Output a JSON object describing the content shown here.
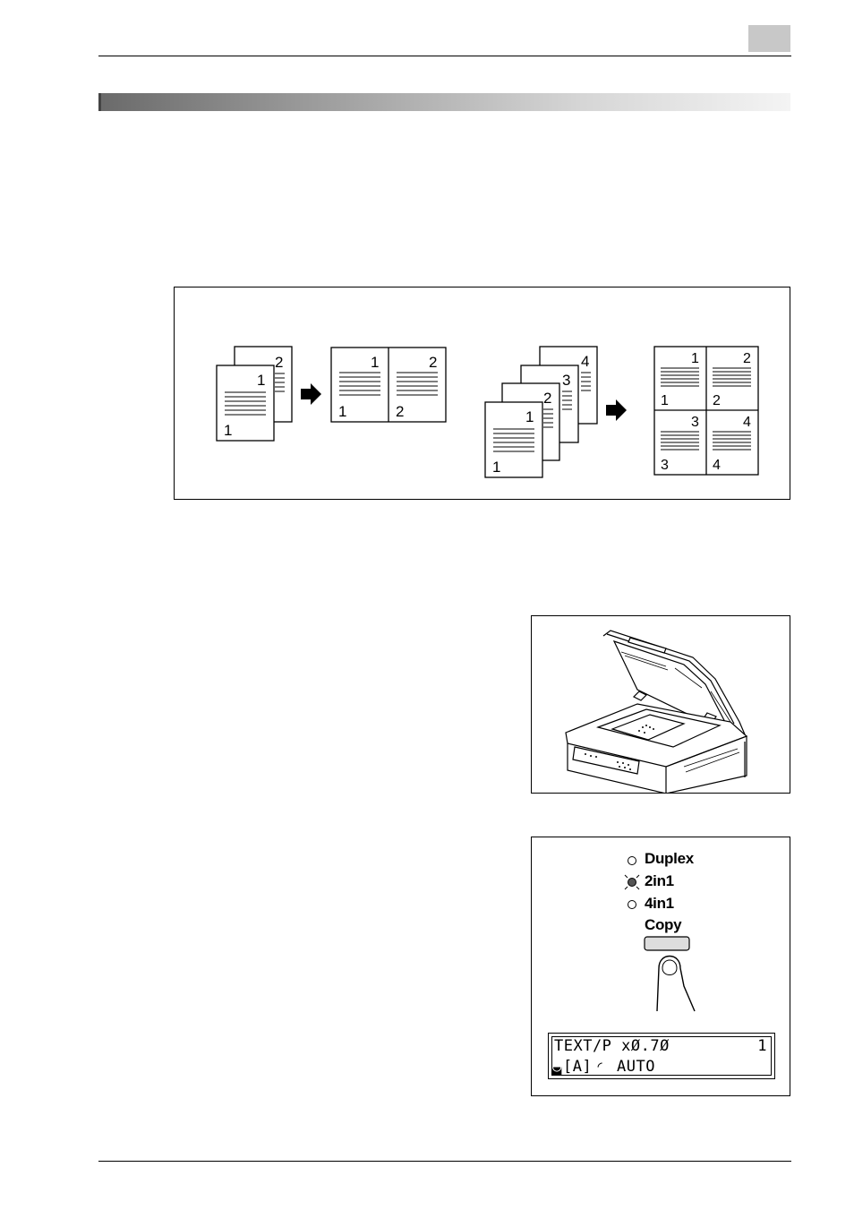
{
  "header": {
    "tab_color": "#c8c8c8"
  },
  "diagram": {
    "two_in_one": {
      "originals": [
        "1",
        "2"
      ],
      "result_pages": [
        "1",
        "2"
      ]
    },
    "four_in_one": {
      "originals": [
        "1",
        "2",
        "3",
        "4"
      ],
      "result_pages": [
        "1",
        "2",
        "3",
        "4"
      ]
    }
  },
  "control_panel": {
    "leds": [
      {
        "label": "Duplex",
        "lit": false
      },
      {
        "label": "2in1",
        "lit": true
      },
      {
        "label": "4in1",
        "lit": false
      }
    ],
    "button_label": "Copy",
    "display": {
      "line1_left": "TEXT/P xØ.7Ø",
      "line1_right": "1",
      "line2_mid": "[A]",
      "line2_right": "AUTO"
    }
  }
}
